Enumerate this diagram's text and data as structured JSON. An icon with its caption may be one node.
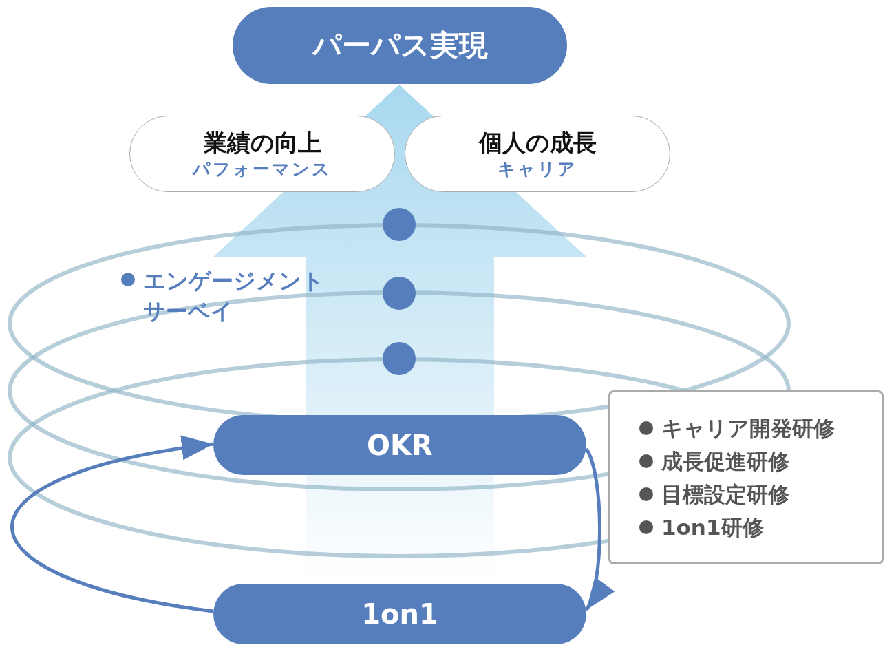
{
  "diagram": {
    "nodes": [
      {
        "text": [
          "パーパス実現"
        ]
      },
      {
        "text": [
          "業績の向上",
          "パフォーマンス"
        ]
      },
      {
        "text": [
          "個人の成長",
          "キャリア"
        ]
      },
      {
        "text": [
          "OKR"
        ]
      },
      {
        "text": [
          "1on1"
        ]
      },
      {
        "text": [
          "キャリア開発研修",
          "成長促進研修",
          "目標設定研修",
          "1on1研修"
        ]
      }
    ],
    "edges": [
      {
        "from": 4,
        "to": 3,
        "arrow": "to"
      },
      {
        "from": 3,
        "to": 4,
        "arrow": "to"
      },
      {
        "from": 4,
        "to": 0,
        "arrow": "to"
      }
    ],
    "labels": [
      "エンゲージメントサーベイ"
    ]
  }
}
